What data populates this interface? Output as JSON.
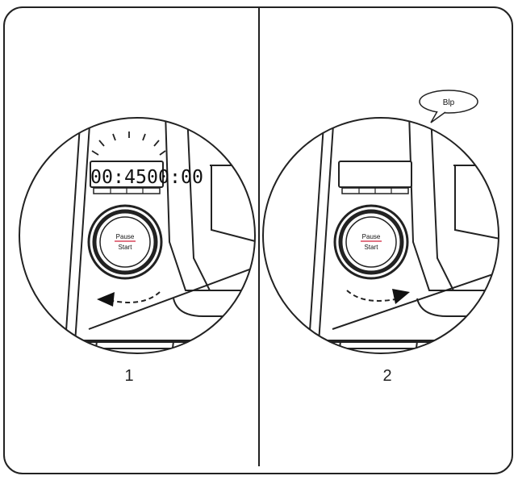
{
  "steps": [
    {
      "number": "1",
      "display_text": "00:4500:00",
      "button_top": "Pause",
      "button_bottom": "Start",
      "arrow_direction": "counterclockwise-left"
    },
    {
      "number": "2",
      "display_text": "",
      "button_top": "Pause",
      "button_bottom": "Start",
      "bubble_text": "Blp",
      "arrow_direction": "clockwise-right"
    }
  ],
  "colors": {
    "line": "#222222",
    "accent": "#d0203a"
  }
}
